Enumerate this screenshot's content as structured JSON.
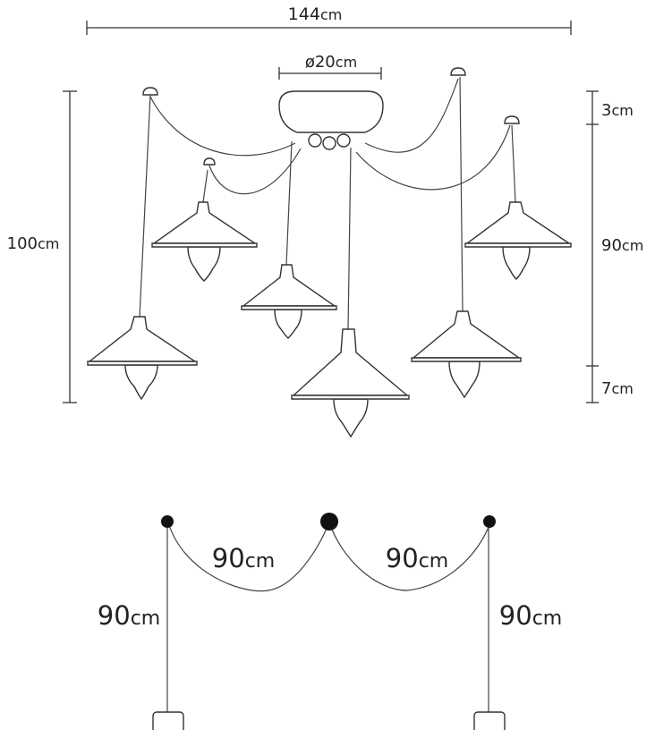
{
  "dimensions": {
    "width": {
      "value": "144",
      "unit": "cm"
    },
    "canopy_diameter": {
      "value": "ø20",
      "unit": "cm"
    },
    "total_height": {
      "value": "100",
      "unit": "cm"
    },
    "top_segment": {
      "value": "3",
      "unit": "cm"
    },
    "middle_segment": {
      "value": "90",
      "unit": "cm"
    },
    "bottom_segment": {
      "value": "7",
      "unit": "cm"
    }
  },
  "cable_detail": {
    "left_swag": {
      "value": "90",
      "unit": "cm"
    },
    "right_swag": {
      "value": "90",
      "unit": "cm"
    },
    "left_drop": {
      "value": "90",
      "unit": "cm"
    },
    "right_drop": {
      "value": "90",
      "unit": "cm"
    }
  },
  "colors": {
    "line": "#333333",
    "dot": "#111111",
    "background": "#ffffff"
  }
}
